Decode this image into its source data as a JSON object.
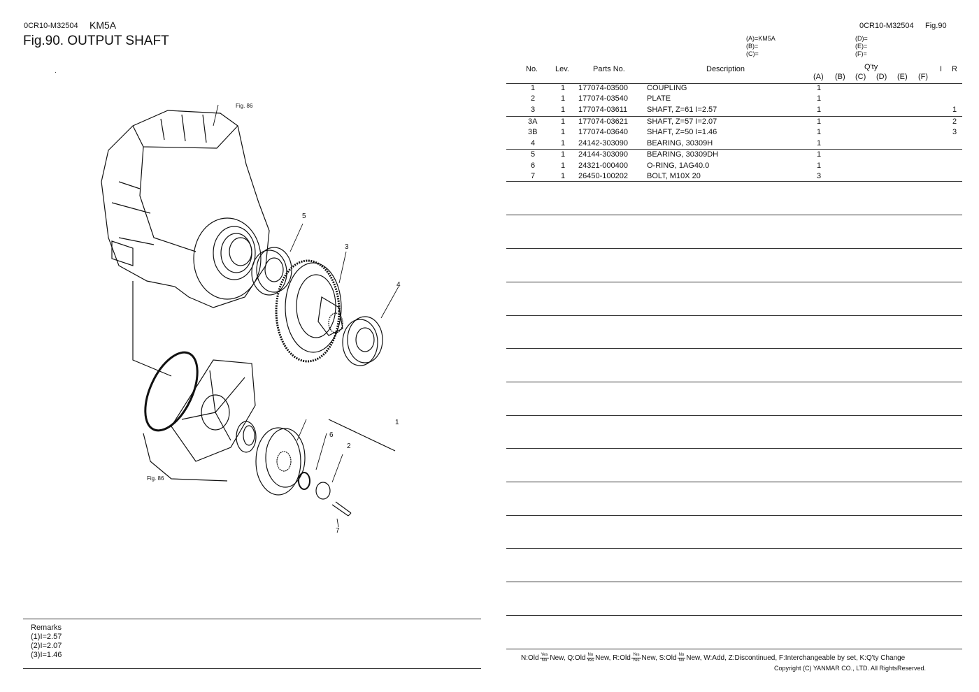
{
  "header": {
    "code": "0CR10-M32504",
    "model": "KM5A",
    "figure_title": "Fig.90.  OUTPUT SHAFT",
    "dot": ".",
    "right_code": "0CR10-M32504",
    "right_fig": "Fig.90"
  },
  "models": {
    "a": "(A)=KM5A",
    "b": "(B)=",
    "c": "(C)=",
    "d": "(D)=",
    "e": "(E)=",
    "f": "(F)="
  },
  "columns": {
    "no": "No.",
    "lev": "Lev.",
    "parts": "Parts No.",
    "desc": "Description",
    "qty": "Q'ty",
    "i": "I",
    "r": "R",
    "qa": "(A)",
    "qb": "(B)",
    "qc": "(C)",
    "qd": "(D)",
    "qe": "(E)",
    "qf": "(F)"
  },
  "parts": [
    {
      "no": "1",
      "lev": "1",
      "part": "177074-03500",
      "desc": "COUPLING",
      "a": "1",
      "r": ""
    },
    {
      "no": "2",
      "lev": "1",
      "part": "177074-03540",
      "desc": "PLATE",
      "a": "1",
      "r": ""
    },
    {
      "no": "3",
      "lev": "1",
      "part": "177074-03611",
      "desc": "SHAFT, Z=61 I=2.57",
      "a": "1",
      "r": "1"
    },
    {
      "no": "3A",
      "lev": "1",
      "part": "177074-03621",
      "desc": "SHAFT, Z=57 I=2.07",
      "a": "1",
      "r": "2"
    },
    {
      "no": "3B",
      "lev": "1",
      "part": "177074-03640",
      "desc": "SHAFT, Z=50 I=1.46",
      "a": "1",
      "r": "3"
    },
    {
      "no": "4",
      "lev": "1",
      "part": "24142-303090",
      "desc": "BEARING, 30309H",
      "a": "1",
      "r": ""
    },
    {
      "no": "5",
      "lev": "1",
      "part": "24144-303090",
      "desc": "BEARING, 30309DH",
      "a": "1",
      "r": ""
    },
    {
      "no": "6",
      "lev": "1",
      "part": "24321-000400",
      "desc": "O-RING, 1AG40.0",
      "a": "1",
      "r": ""
    },
    {
      "no": "7",
      "lev": "1",
      "part": "26450-100202",
      "desc": "BOLT, M10X 20",
      "a": "3",
      "r": ""
    }
  ],
  "remarks": {
    "title": "Remarks",
    "lines": [
      "(1)I=2.57",
      "(2)I=2.07",
      "(3)I=1.46"
    ]
  },
  "legend": {
    "n_old": "N:Old",
    "n_new": "New,",
    "q_old": "Q:Old",
    "q_new": "New,",
    "r_old": "R:Old",
    "r_new": "New,",
    "s_old": "S:Old",
    "s_new": "New, W:Add, Z:Discontinued, F:Interchangeable by set, K:Q'ty Change",
    "yes": "Yes",
    "no": "No"
  },
  "copyright": "Copyright (C)  YANMAR CO., LTD. All RightsReserved.",
  "diagram": {
    "fig_ref": "Fig. 86",
    "callouts": [
      "1",
      "2",
      "3",
      "4",
      "5",
      "6",
      "7"
    ]
  }
}
